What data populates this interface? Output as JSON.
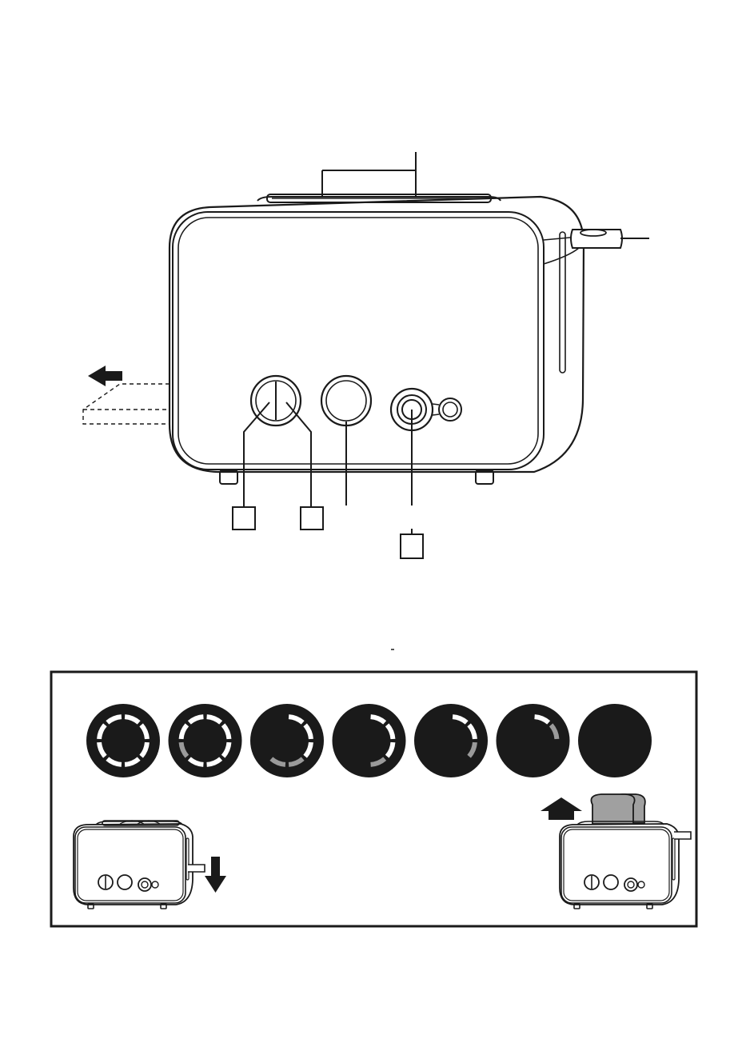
{
  "colors": {
    "ink": "#1a1a1a",
    "paper": "#ffffff",
    "ring_light": "#ffffff",
    "ring_gray": "#9a9a9a",
    "bread": "#a0a0a0"
  },
  "icons": {
    "push": "arrow-left-icon",
    "lower": "arrow-down-icon",
    "raise": "arrow-up-icon"
  },
  "browning_settings": [
    {
      "arc": [
        1,
        1,
        1,
        1,
        1,
        1,
        1,
        1
      ],
      "shade": [
        "w",
        "w",
        "w",
        "w",
        "w",
        "w",
        "w",
        "w"
      ]
    },
    {
      "arc": [
        1,
        1,
        1,
        1,
        1,
        1,
        1,
        1
      ],
      "shade": [
        "w",
        "w",
        "w",
        "w",
        "w",
        "g",
        "w",
        "w"
      ]
    },
    {
      "arc": [
        1,
        1,
        1,
        1,
        1,
        0,
        0,
        0
      ],
      "shade": [
        "w",
        "w",
        "w",
        "g",
        "g",
        "w",
        "w",
        "w"
      ]
    },
    {
      "arc": [
        1,
        1,
        1,
        1,
        0,
        0,
        0,
        0
      ],
      "shade": [
        "w",
        "w",
        "w",
        "g",
        "w",
        "w",
        "w",
        "w"
      ]
    },
    {
      "arc": [
        1,
        1,
        1,
        0,
        0,
        0,
        0,
        0
      ],
      "shade": [
        "w",
        "w",
        "g",
        "w",
        "w",
        "w",
        "w",
        "w"
      ]
    },
    {
      "arc": [
        1,
        1,
        0,
        0,
        0,
        0,
        0,
        0
      ],
      "shade": [
        "w",
        "g",
        "w",
        "w",
        "w",
        "w",
        "w",
        "w"
      ]
    },
    {
      "arc": [
        0,
        0,
        0,
        0,
        0,
        0,
        0,
        0
      ],
      "shade": [
        "w",
        "w",
        "w",
        "w",
        "w",
        "w",
        "w",
        "w"
      ]
    }
  ]
}
